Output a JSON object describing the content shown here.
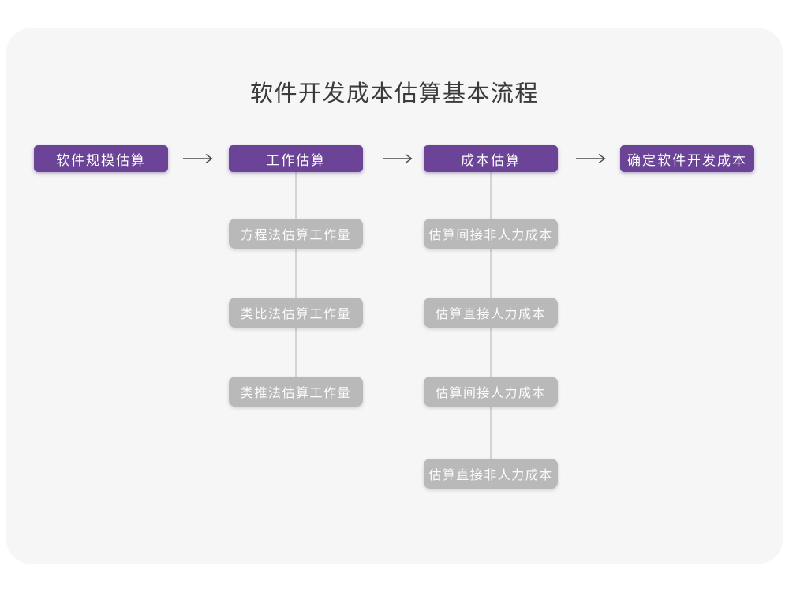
{
  "title": "软件开发成本估算基本流程",
  "colors": {
    "main_node_fill": "#6b4397",
    "sub_node_fill": "#b9b9b9",
    "connector_line": "#d4d4d4",
    "arrow_stroke": "#4a4a4a",
    "title_text": "#3b3b3b",
    "node_text": "#ffffff",
    "card_background": "#f6f6f6",
    "page_background": "#ffffff"
  },
  "flow": {
    "main_steps": [
      "软件规模估算",
      "工作估算",
      "成本估算",
      "确定软件开发成本"
    ],
    "work_estimation_methods": [
      "方程法估算工作量",
      "类比法估算工作量",
      "类推法估算工作量"
    ],
    "cost_estimation_steps": [
      "估算间接非人力成本",
      "估算直接人力成本",
      "估算间接人力成本",
      "估算直接非人力成本"
    ]
  }
}
